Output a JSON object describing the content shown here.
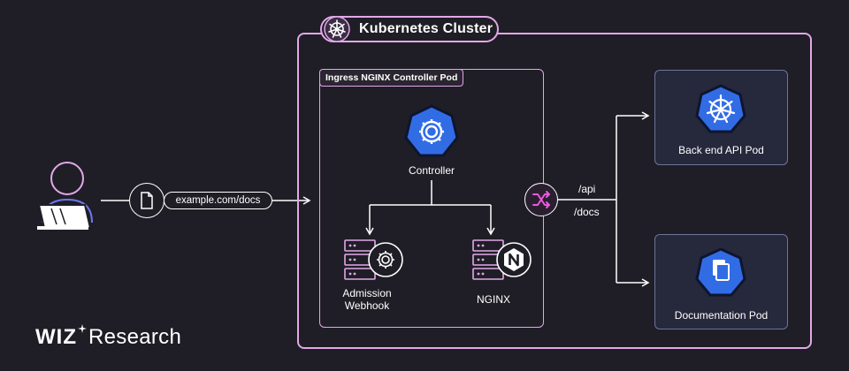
{
  "cluster": {
    "title": "Kubernetes Cluster"
  },
  "ingress_pod": {
    "title": "Ingress NGINX Controller Pod"
  },
  "request": {
    "url": "example.com/docs"
  },
  "components": {
    "controller": "Controller",
    "admission": "Admission\nWebhook",
    "nginx": "NGINX"
  },
  "routes": {
    "api": "/api",
    "docs": "/docs"
  },
  "services": {
    "backend": "Back end API Pod",
    "documentation": "Documentation Pod"
  },
  "brand": {
    "logo": "WIZ",
    "suffix": "Research"
  },
  "colors": {
    "background": "#1f1e26",
    "cluster_border": "#e2a8e8",
    "k8s_blue": "#326ce5",
    "service_box": "#26283c",
    "route_accent": "#e85adc"
  }
}
